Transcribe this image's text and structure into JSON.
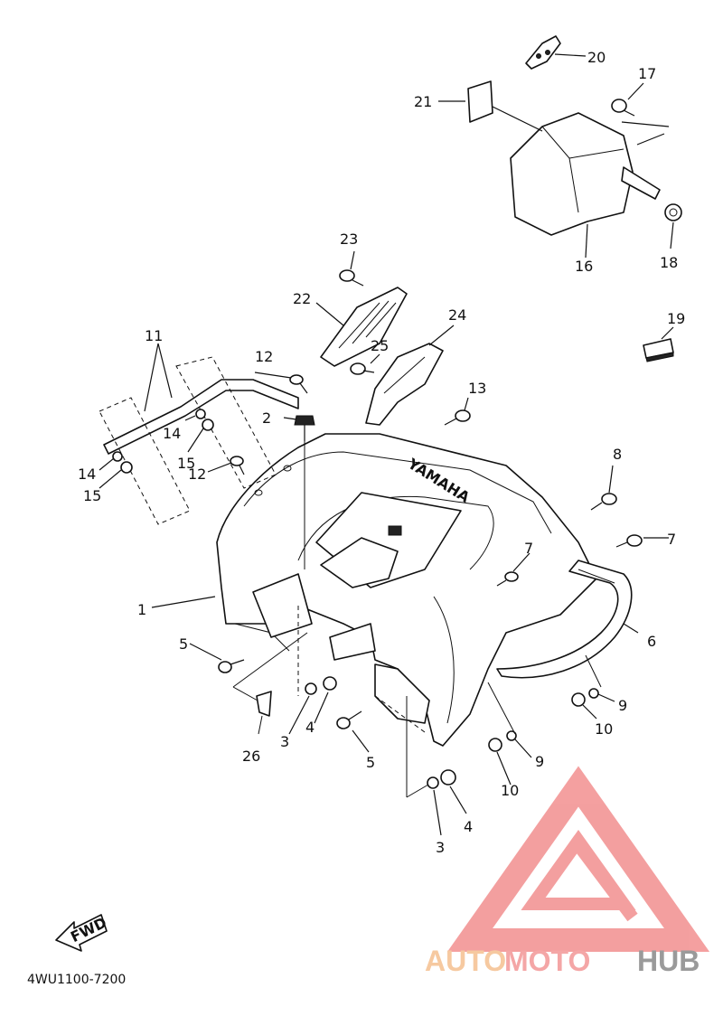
{
  "diagram": {
    "code": "4WU1100-7200",
    "fwd_label": "FWD",
    "brand_text": "YAMAHA",
    "callouts": {
      "c1": "1",
      "c2": "2",
      "c3a": "3",
      "c3b": "3",
      "c4a": "4",
      "c4b": "4",
      "c5a": "5",
      "c5b": "5",
      "c6": "6",
      "c7a": "7",
      "c7b": "7",
      "c8": "8",
      "c9a": "9",
      "c9b": "9",
      "c10a": "10",
      "c10b": "10",
      "c11": "11",
      "c12a": "12",
      "c12b": "12",
      "c13": "13",
      "c14a": "14",
      "c14b": "14",
      "c15a": "15",
      "c15b": "15",
      "c16": "16",
      "c17": "17",
      "c18": "18",
      "c19": "19",
      "c20": "20",
      "c21": "21",
      "c22": "22",
      "c23": "23",
      "c24": "24",
      "c25": "25",
      "c26": "26"
    }
  },
  "watermark": {
    "part1": "AUTO",
    "part2": "MOTO",
    "part3": "HUB",
    "colors": {
      "auto": "#f6c9a0",
      "moto": "#f4a6a6",
      "hub": "#9a9a9a",
      "logo": "#f08080"
    }
  }
}
